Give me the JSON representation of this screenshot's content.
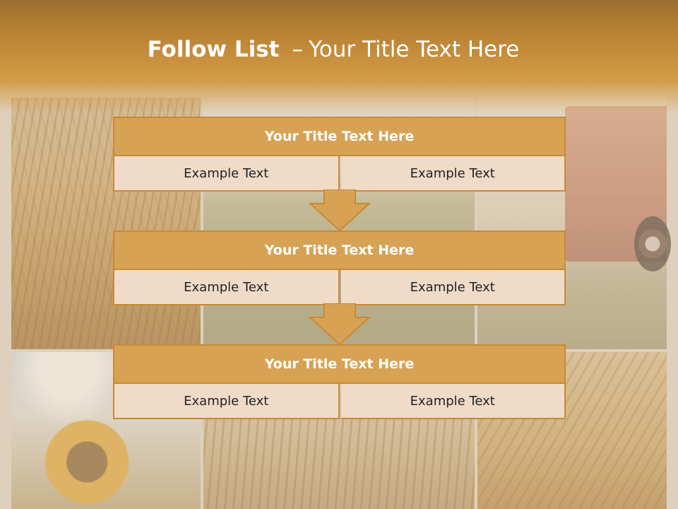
{
  "slide": {
    "title_bold": "Follow List",
    "title_sep": "–",
    "title_rest": "Your Title Text Here"
  },
  "steps": [
    {
      "heading": "Your Title Text Here",
      "left": "Example Text",
      "right": "Example Text"
    },
    {
      "heading": "Your Title Text Here",
      "left": "Example Text",
      "right": "Example Text"
    },
    {
      "heading": "Your Title Text Here",
      "left": "Example Text",
      "right": "Example Text"
    }
  ],
  "colors": {
    "header": "#c08a3a",
    "block_head": "#d7a254",
    "block_border": "#c88a35",
    "cell_fill": "#efdbc8",
    "arrow_fill": "#d7a254"
  },
  "icons": [
    "down-arrow-icon",
    "down-arrow-icon"
  ]
}
